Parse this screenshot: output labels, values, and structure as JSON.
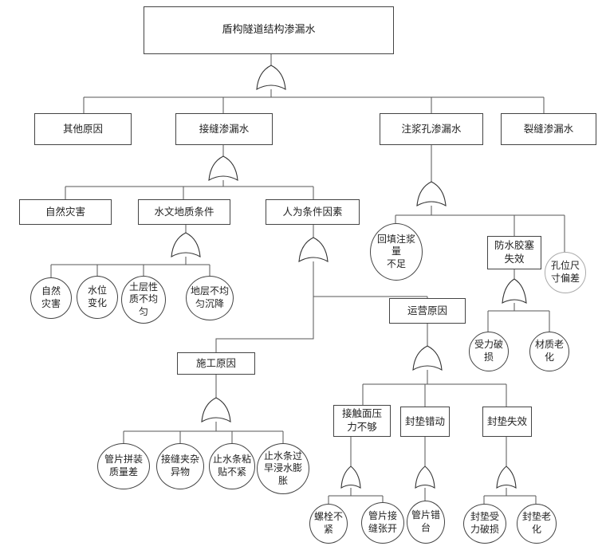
{
  "tree": {
    "root": "盾构隧道结构渗漏水",
    "level1": {
      "other": "其他原因",
      "joint": "接缝渗漏水",
      "grout": "注浆孔渗漏水",
      "crack": "裂缝渗漏水"
    },
    "joint_branch": {
      "natural": "自然灾害",
      "hydro": "水文地质条件",
      "human": "人为条件因素"
    },
    "hydro_leaves": {
      "natural": "自然\n灾害",
      "water_level": "水位\n变化",
      "soil": "土层性\n质不均\n匀",
      "settlement": "地层不均\n匀沉降"
    },
    "construction": {
      "title": "施工原因",
      "assembly": "管片拼装\n质量差",
      "debris": "接缝夹杂\n异物",
      "strip_bond": "止水条粘\n贴不紧",
      "strip_swell": "止水条过\n早浸水膨\n胀"
    },
    "operation": {
      "title": "运营原因",
      "pressure": "接触面压\n力不够",
      "gasket_shift": "封垫错动",
      "gasket_fail": "封垫失效",
      "bolt": "螺栓不\n紧",
      "seam_open": "管片接\n缝张开",
      "segment_shift": "管片错\n台",
      "gasket_damage": "封垫受\n力破损",
      "gasket_aging": "封垫老\n化"
    },
    "grout_branch": {
      "backfill": "回填注浆量\n不足",
      "plug": "防水胶塞\n失效",
      "hole": "孔位尺\n寸偏差",
      "stress": "受力破\n损",
      "aging": "材质老\n化"
    }
  }
}
